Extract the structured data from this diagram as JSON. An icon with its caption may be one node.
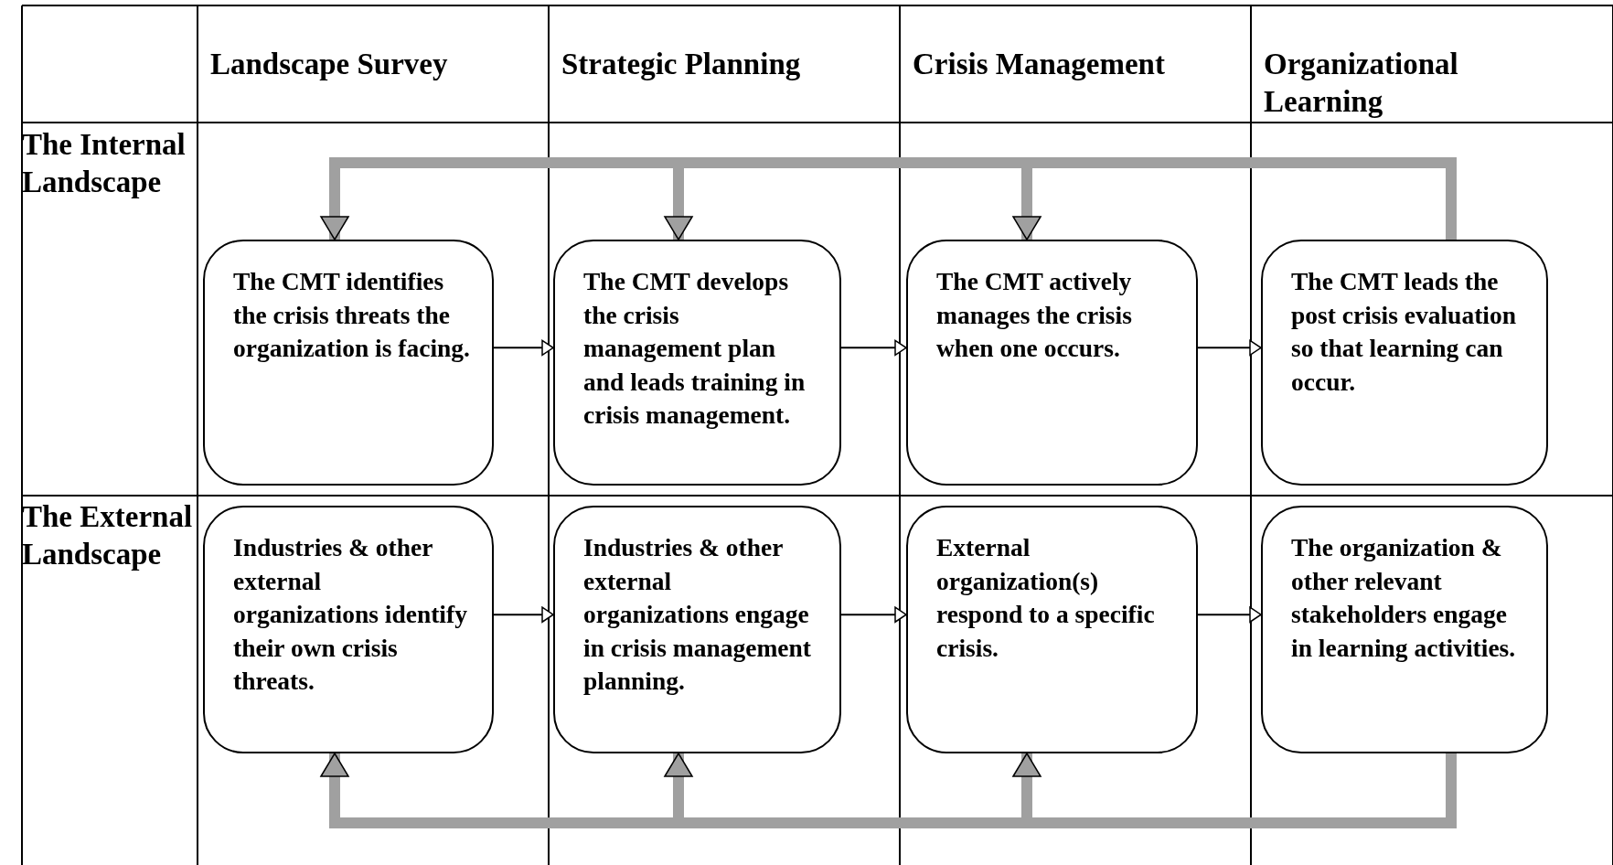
{
  "diagram": {
    "nodes": [
      {
        "text": [
          "The CMT identifies the crisis threats the organization is facing."
        ]
      },
      {
        "text": [
          "The CMT develops the crisis management plan and leads training in crisis management."
        ]
      },
      {
        "text": [
          "The CMT actively manages the crisis when one occurs."
        ]
      },
      {
        "text": [
          "The CMT leads the post crisis evaluation so that learning can occur."
        ]
      },
      {
        "text": [
          "Industries & other external organizations identify their own crisis threats."
        ]
      },
      {
        "text": [
          "Industries & other external organizations engage in crisis management planning."
        ]
      },
      {
        "text": [
          "External organization(s) respond to a specific crisis."
        ]
      },
      {
        "text": [
          "The organization & other relevant stakeholders engage in learning activities."
        ]
      }
    ],
    "edges": [
      {
        "from": 0,
        "to": 1,
        "arrow": "to"
      },
      {
        "from": 1,
        "to": 2,
        "arrow": "to"
      },
      {
        "from": 2,
        "to": 3,
        "arrow": "to"
      },
      {
        "from": 3,
        "to": 2,
        "arrow": "to",
        "style": "thick",
        "color": "#a0a0a0"
      },
      {
        "from": 3,
        "to": 1,
        "arrow": "to",
        "style": "thick",
        "color": "#a0a0a0"
      },
      {
        "from": 3,
        "to": 0,
        "arrow": "to",
        "style": "thick",
        "color": "#a0a0a0"
      },
      {
        "from": 4,
        "to": 5,
        "arrow": "to"
      },
      {
        "from": 5,
        "to": 6,
        "arrow": "to"
      },
      {
        "from": 6,
        "to": 7,
        "arrow": "to"
      },
      {
        "from": 7,
        "to": 6,
        "arrow": "to",
        "style": "thick",
        "color": "#a0a0a0"
      },
      {
        "from": 7,
        "to": 5,
        "arrow": "to",
        "style": "thick",
        "color": "#a0a0a0"
      },
      {
        "from": 7,
        "to": 4,
        "arrow": "to",
        "style": "thick",
        "color": "#a0a0a0"
      }
    ],
    "labels": [
      "Landscape Survey",
      "Strategic Planning",
      "Crisis Management",
      "Organizational Learning",
      "The Internal Landscape",
      "The External Landscape"
    ]
  }
}
